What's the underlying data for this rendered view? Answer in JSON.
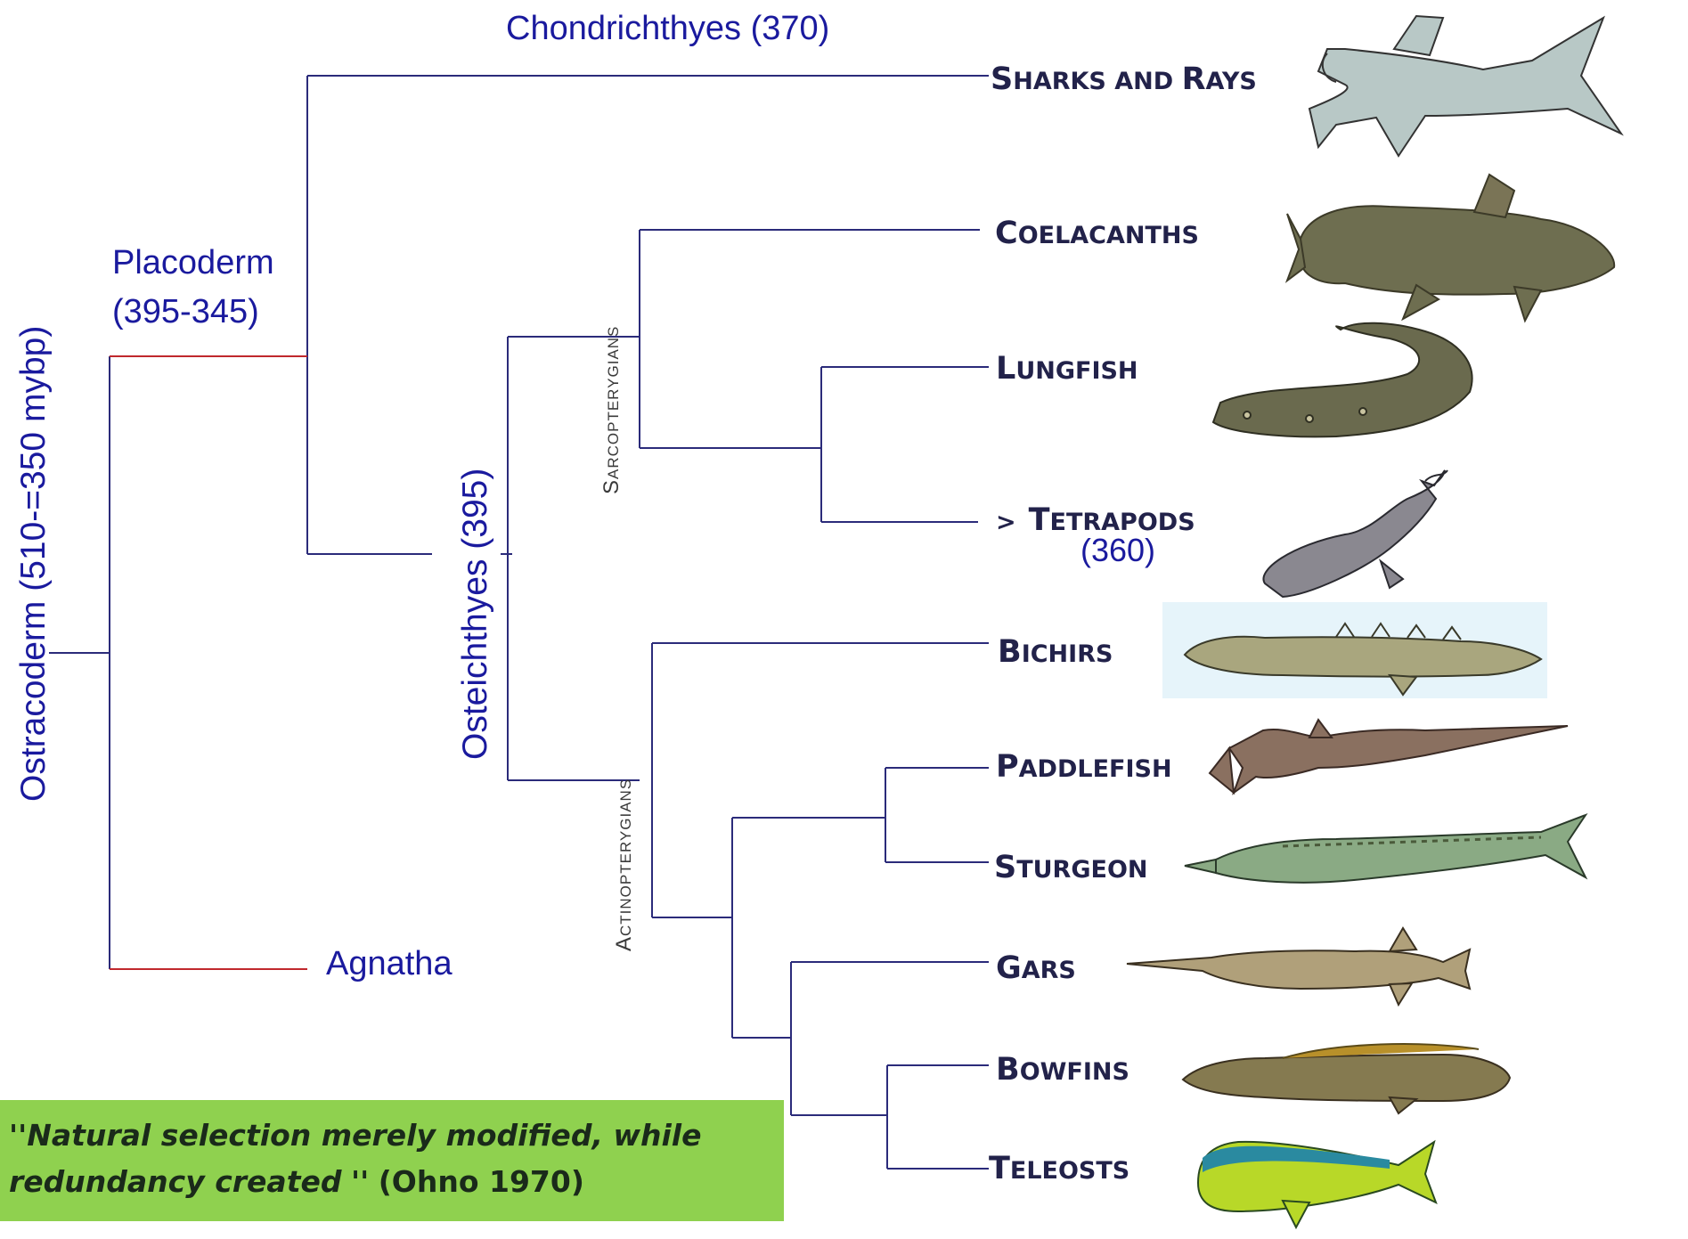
{
  "title": "",
  "groups": {
    "chondrichthyes": "Chondrichthyes (370)",
    "placoderm_line1": "Placoderm",
    "placoderm_line2": "(395-345)",
    "ostracoderm": "Ostracoderm (510-=350 mybp)",
    "osteichthyes": "Osteichthyes (395)",
    "sarcopterygians": "Sarcopterygians",
    "actinopterygians": "Actinopterygians",
    "agnatha": "Agnatha"
  },
  "taxa": {
    "sharks": {
      "first": "S",
      "rest": "harks and ",
      "first2": "R",
      "rest2": "ays",
      "icon": "shark-illustration"
    },
    "coelacanths": {
      "first": "C",
      "rest": "oelacanths",
      "icon": "coelacanth-illustration"
    },
    "lungfish": {
      "first": "L",
      "rest": "ungfish",
      "icon": "lungfish-illustration"
    },
    "tetrapods": {
      "prefix": ">",
      "first": "T",
      "rest": "etrapods",
      "date": "(360)",
      "icon": "tetrapod-illustration"
    },
    "bichirs": {
      "first": "B",
      "rest": "ichirs",
      "icon": "bichir-illustration"
    },
    "paddlefish": {
      "first": "P",
      "rest": "addlefish",
      "icon": "paddlefish-illustration"
    },
    "sturgeon": {
      "first": "S",
      "rest": "turgeon",
      "icon": "sturgeon-illustration"
    },
    "gars": {
      "first": "G",
      "rest": "ars",
      "icon": "gar-illustration"
    },
    "bowfins": {
      "first": "B",
      "rest": "owfins",
      "icon": "bowfin-illustration"
    },
    "teleosts": {
      "first": "T",
      "rest": "eleosts",
      "icon": "teleost-illustration"
    }
  },
  "quote": {
    "open_marks": "''",
    "line1": "Natural selection merely modified, while",
    "line2": "redundancy created",
    "close_marks": "''",
    "citation": "(Ohno 1970)"
  },
  "colors": {
    "tree_lines": "#2b2b7a",
    "agnatha_lines": "#c0282d",
    "label_blue": "#1a1a9e",
    "quote_background": "#8fd14f"
  }
}
